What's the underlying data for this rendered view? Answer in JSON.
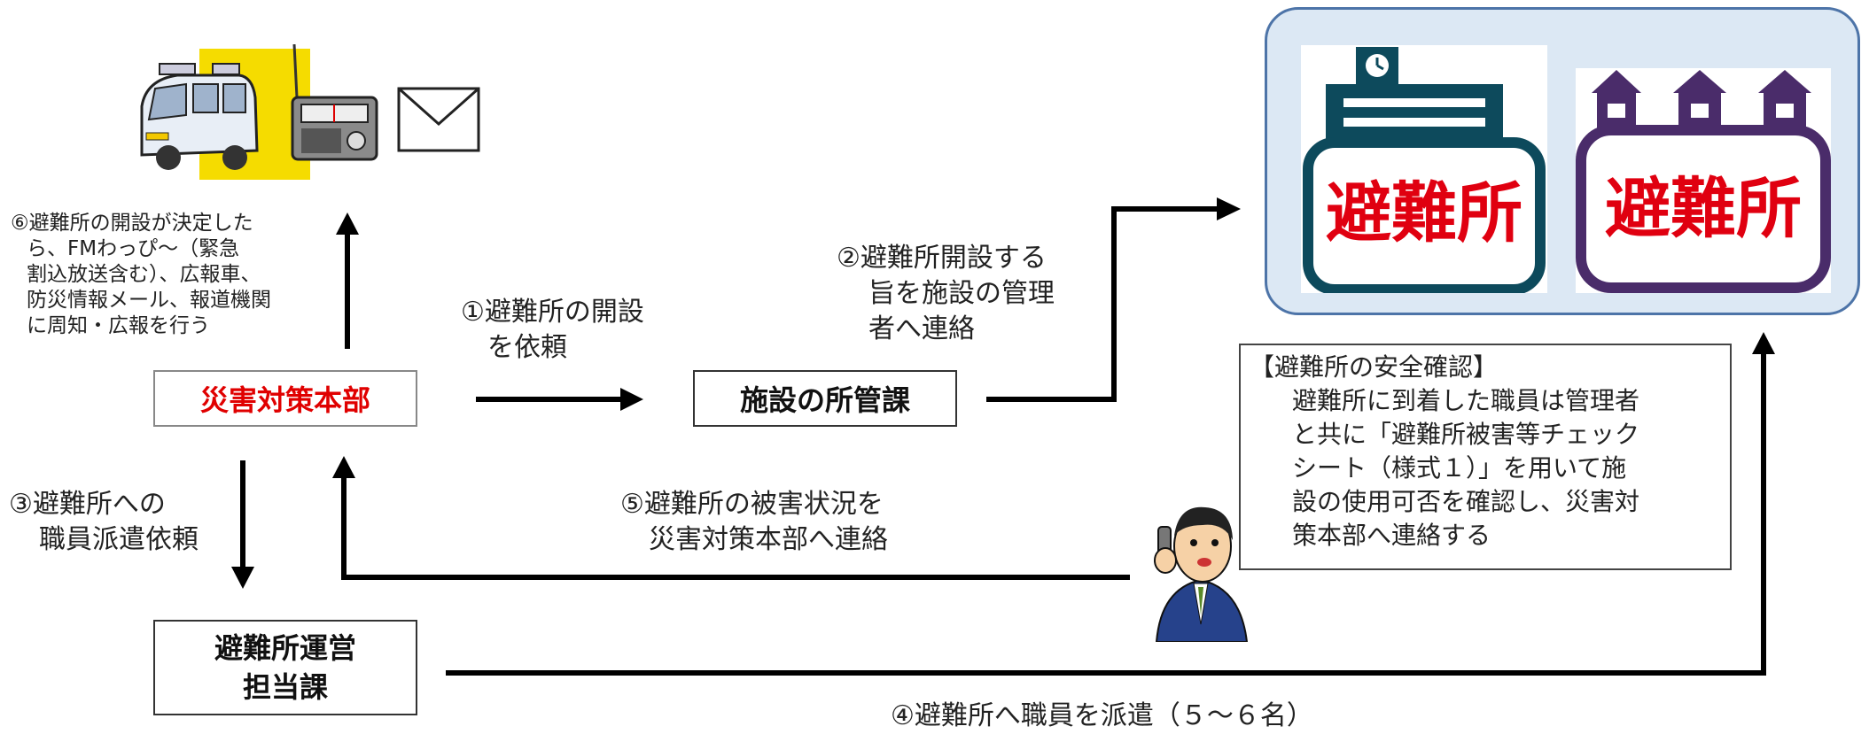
{
  "hq": {
    "label": "災害対策本部",
    "color": "#e00000"
  },
  "facility_dept": {
    "label": "施設の所管課"
  },
  "shelter_ops": {
    "label_line1": "避難所運営",
    "label_line2": "担当課"
  },
  "shelter_signs": [
    {
      "text": "避難所",
      "frame_color": "#0d4a5c",
      "text_color": "#e00010"
    },
    {
      "text": "避難所",
      "frame_color": "#4a2c6a",
      "text_color": "#e00010"
    }
  ],
  "steps": {
    "s1": {
      "lines": [
        "①避難所の開設",
        "を依頼"
      ]
    },
    "s2": {
      "lines": [
        "②避難所開設する",
        "旨を施設の管理",
        "者へ連絡"
      ]
    },
    "s3": {
      "lines": [
        "③避難所への",
        "職員派遣依頼"
      ]
    },
    "s4": {
      "lines": [
        "④避難所へ職員を派遣（５～６名）"
      ]
    },
    "s5": {
      "lines": [
        "⑤避難所の被害状況を",
        "災害対策本部へ連絡"
      ]
    },
    "s6": {
      "lines": [
        "⑥避難所の開設が決定した",
        "ら、FMわっぴ～（緊急",
        "割込放送含む）、広報車、",
        "防災情報メール、報道機関",
        "に周知・広報を行う"
      ]
    }
  },
  "safety_check": {
    "title": "【避難所の安全確認】",
    "lines": [
      "避難所に到着した職員は管理者",
      "と共に「避難所被害等チェック",
      "シート（様式１）」を用いて施",
      "設の使用可否を確認し、災害対",
      "策本部へ連絡する"
    ]
  },
  "colors": {
    "panel_bg": "#dce8f4",
    "panel_border": "#4d74a8",
    "arrow": "#000000",
    "car_bg": "#f5dc00"
  }
}
